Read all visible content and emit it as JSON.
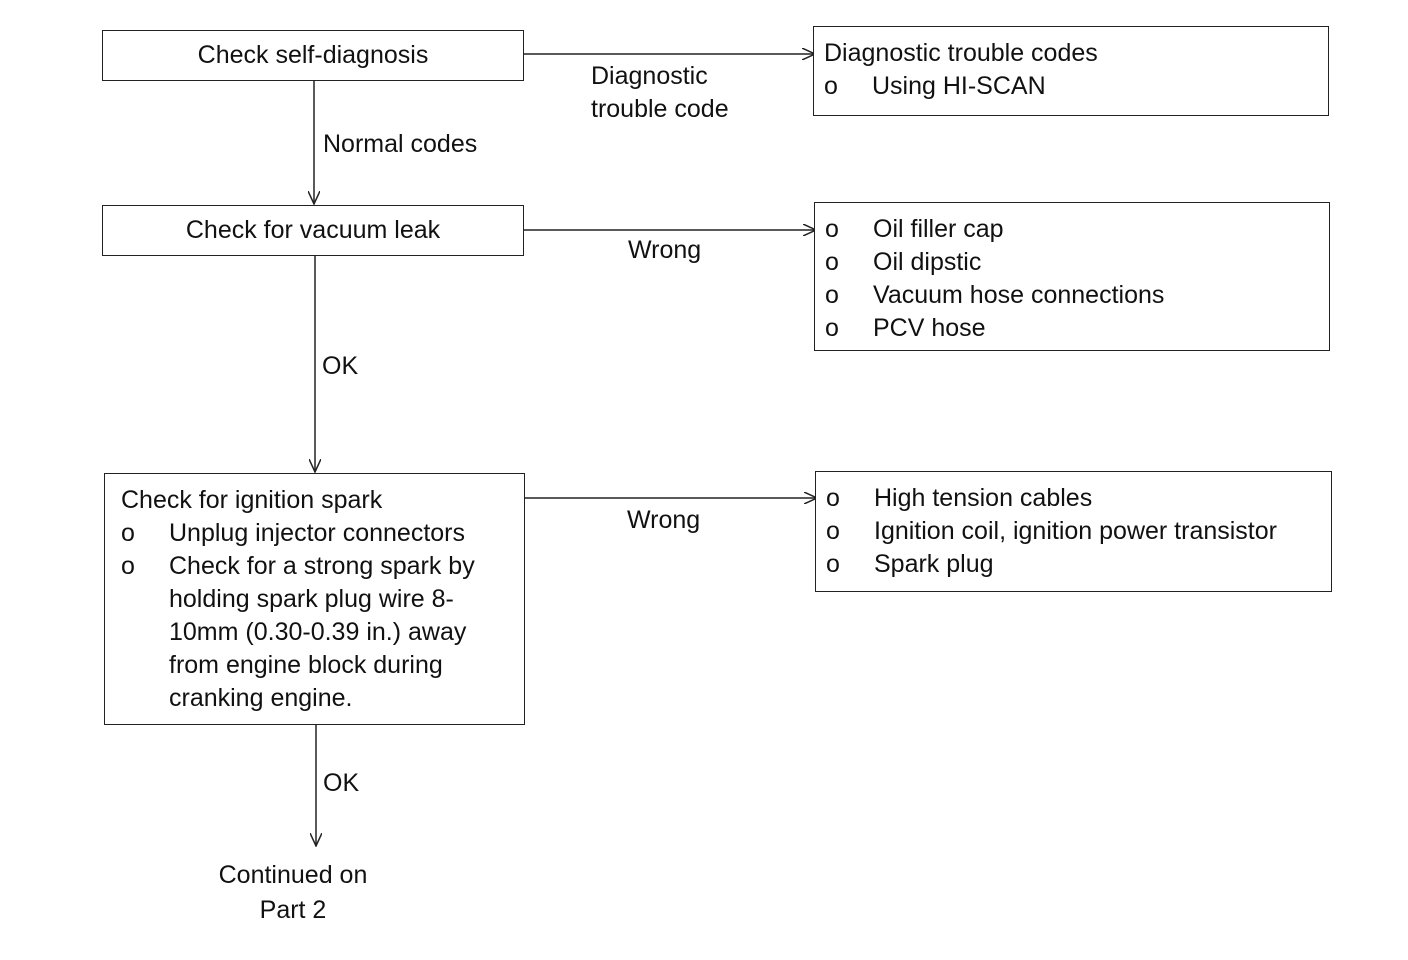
{
  "steps": {
    "self_diagnosis": "Check self-diagnosis",
    "vacuum_leak": "Check for vacuum leak",
    "ignition_spark": {
      "title": "Check for ignition spark",
      "bullet": "o",
      "items": [
        [
          "Unplug injector connectors"
        ],
        [
          "Check for a strong spark by",
          "holding spark plug wire 8-",
          "10mm (0.30-0.39 in.) away",
          "from engine block during",
          "cranking engine."
        ]
      ]
    }
  },
  "results": {
    "diagnostic": {
      "title": "Diagnostic trouble codes",
      "bullet": "o",
      "items": [
        "Using HI-SCAN"
      ]
    },
    "vacuum": {
      "bullet": "o",
      "items": [
        "Oil filler cap",
        "Oil dipstic",
        "Vacuum hose connections",
        "PCV hose"
      ]
    },
    "ignition": {
      "bullet": "o",
      "items": [
        "High tension cables",
        "Ignition coil, ignition power transistor",
        "Spark plug"
      ]
    }
  },
  "labels": {
    "diagnostic_line1": "Diagnostic",
    "diagnostic_line2": "trouble code",
    "normal_codes": "Normal codes",
    "wrong1": "Wrong",
    "ok1": "OK",
    "wrong2": "Wrong",
    "ok2": "OK",
    "continued_line1": "Continued on",
    "continued_line2": "Part 2"
  }
}
